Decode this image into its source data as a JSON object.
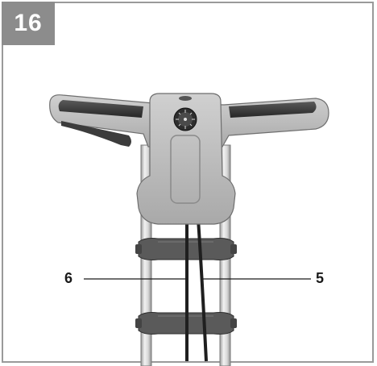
{
  "figure": {
    "number": "16",
    "callouts": [
      {
        "label": "6"
      },
      {
        "label": "5"
      }
    ]
  },
  "colors": {
    "frame": "#9a9a9a",
    "badge": "#8c8c8c",
    "housing": "#bdbdbd",
    "grip": "#3a3a3a",
    "tube": "#d9d9d9",
    "clip": "#555555",
    "cable": "#2b2b2b"
  }
}
